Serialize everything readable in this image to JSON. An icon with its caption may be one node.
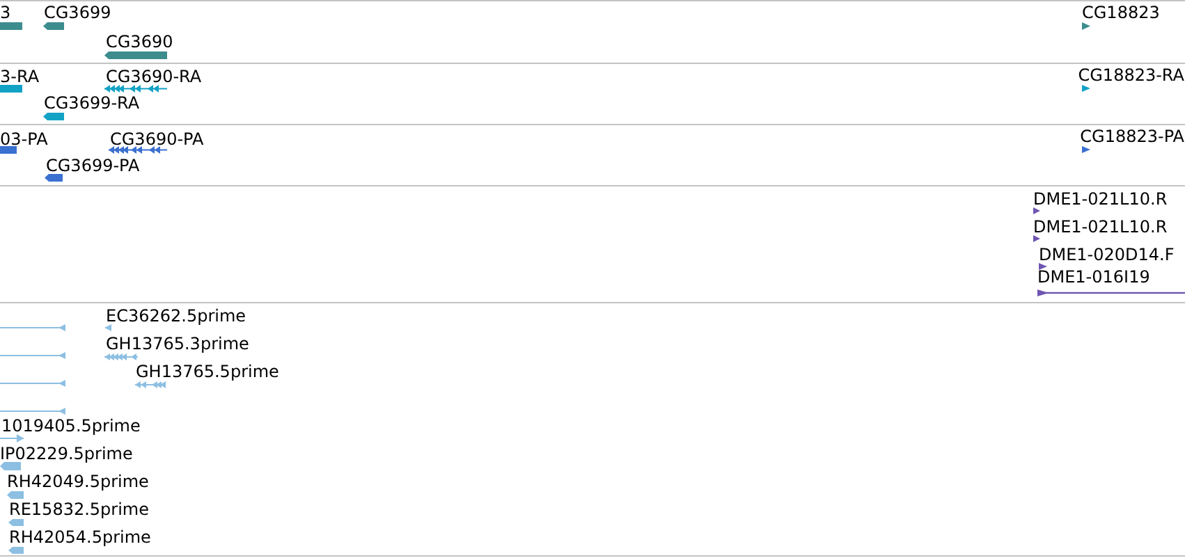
{
  "diagram": {
    "nodes": [
      {
        "text": [
          "3"
        ]
      },
      {
        "text": [
          "CG3699"
        ]
      },
      {
        "text": [
          "CG18823"
        ]
      },
      {
        "text": [
          "CG3690"
        ]
      },
      {
        "text": [
          "3-RA"
        ]
      },
      {
        "text": [
          "CG3690-RA"
        ]
      },
      {
        "text": [
          "CG18823-RA"
        ]
      },
      {
        "text": [
          "CG3699-RA"
        ]
      },
      {
        "text": [
          "03-PA"
        ]
      },
      {
        "text": [
          "CG3690-PA"
        ]
      },
      {
        "text": [
          "CG18823-PA"
        ]
      },
      {
        "text": [
          "CG3699-PA"
        ]
      },
      {
        "text": [
          "DME1-021L10.R"
        ]
      },
      {
        "text": [
          "DME1-021L10.R"
        ]
      },
      {
        "text": [
          "DME1-020D14.F"
        ]
      },
      {
        "text": [
          "DME1-016I19"
        ]
      },
      {
        "text": [
          "EC36262.5prime"
        ]
      },
      {
        "text": [],
        "shape": "line"
      },
      {
        "text": [
          "GH13765.3prime"
        ]
      },
      {
        "text": [],
        "shape": "line"
      },
      {
        "text": [
          "GH13765.5prime"
        ]
      },
      {
        "text": [],
        "shape": "line"
      },
      {
        "text": [],
        "shape": "line"
      },
      {
        "text": [
          "1019405.5prime"
        ]
      },
      {
        "text": [
          "IP02229.5prime"
        ]
      },
      {
        "text": [
          "RH42049.5prime"
        ]
      },
      {
        "text": [
          "RE15832.5prime"
        ]
      },
      {
        "text": [
          "RH42054.5prime"
        ]
      }
    ]
  }
}
